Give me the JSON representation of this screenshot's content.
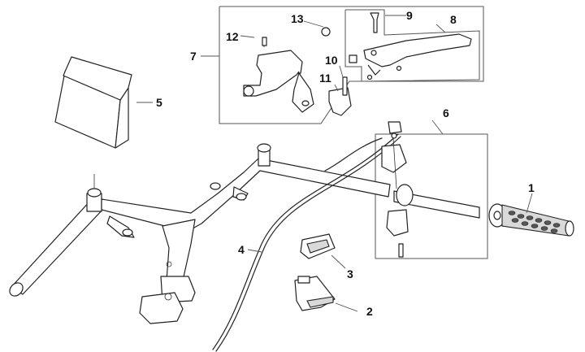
{
  "diagram": {
    "type": "exploded-parts-diagram",
    "subject": "Handlebar assembly",
    "callouts": [
      {
        "id": "1",
        "part": "grip"
      },
      {
        "id": "2",
        "part": "switch"
      },
      {
        "id": "3",
        "part": "switch"
      },
      {
        "id": "4",
        "part": "cable"
      },
      {
        "id": "5",
        "part": "bag"
      },
      {
        "id": "6",
        "part": "throttle-control-group"
      },
      {
        "id": "7",
        "part": "brake-master-cylinder-group"
      },
      {
        "id": "8",
        "part": "brake-lever-group"
      },
      {
        "id": "9",
        "part": "pivot-pin"
      },
      {
        "id": "10",
        "part": "screw"
      },
      {
        "id": "11",
        "part": "clamp"
      },
      {
        "id": "12",
        "part": "reservoir-cover"
      },
      {
        "id": "13",
        "part": "cap"
      }
    ]
  },
  "labels": {
    "l1": "1",
    "l2": "2",
    "l3": "3",
    "l4": "4",
    "l5": "5",
    "l6": "6",
    "l7": "7",
    "l8": "8",
    "l9": "9",
    "l10": "10",
    "l11": "11",
    "l12": "12",
    "l13": "13"
  }
}
